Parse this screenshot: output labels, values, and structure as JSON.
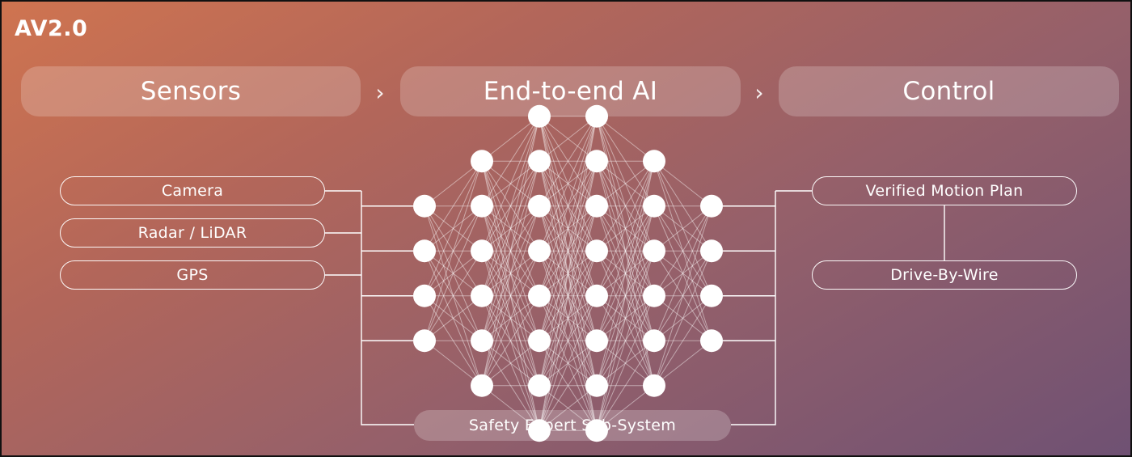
{
  "title": "AV2.0",
  "stages": [
    {
      "label": "Sensors"
    },
    {
      "label": "End-to-end AI"
    },
    {
      "label": "Control"
    }
  ],
  "chevron_glyph": "›",
  "inputs": [
    "Camera",
    "Radar / LiDAR",
    "GPS"
  ],
  "outputs": [
    "Verified Motion Plan",
    "Drive-By-Wire"
  ],
  "safety_label": "Safety Expert Sub-System",
  "network": {
    "layer_sizes": [
      4,
      6,
      8,
      8,
      6,
      4
    ],
    "node_color": "#ffffff"
  },
  "colors": {
    "line": "#ffffff",
    "gradient_start": "#cf7450",
    "gradient_end": "#6f5173"
  }
}
